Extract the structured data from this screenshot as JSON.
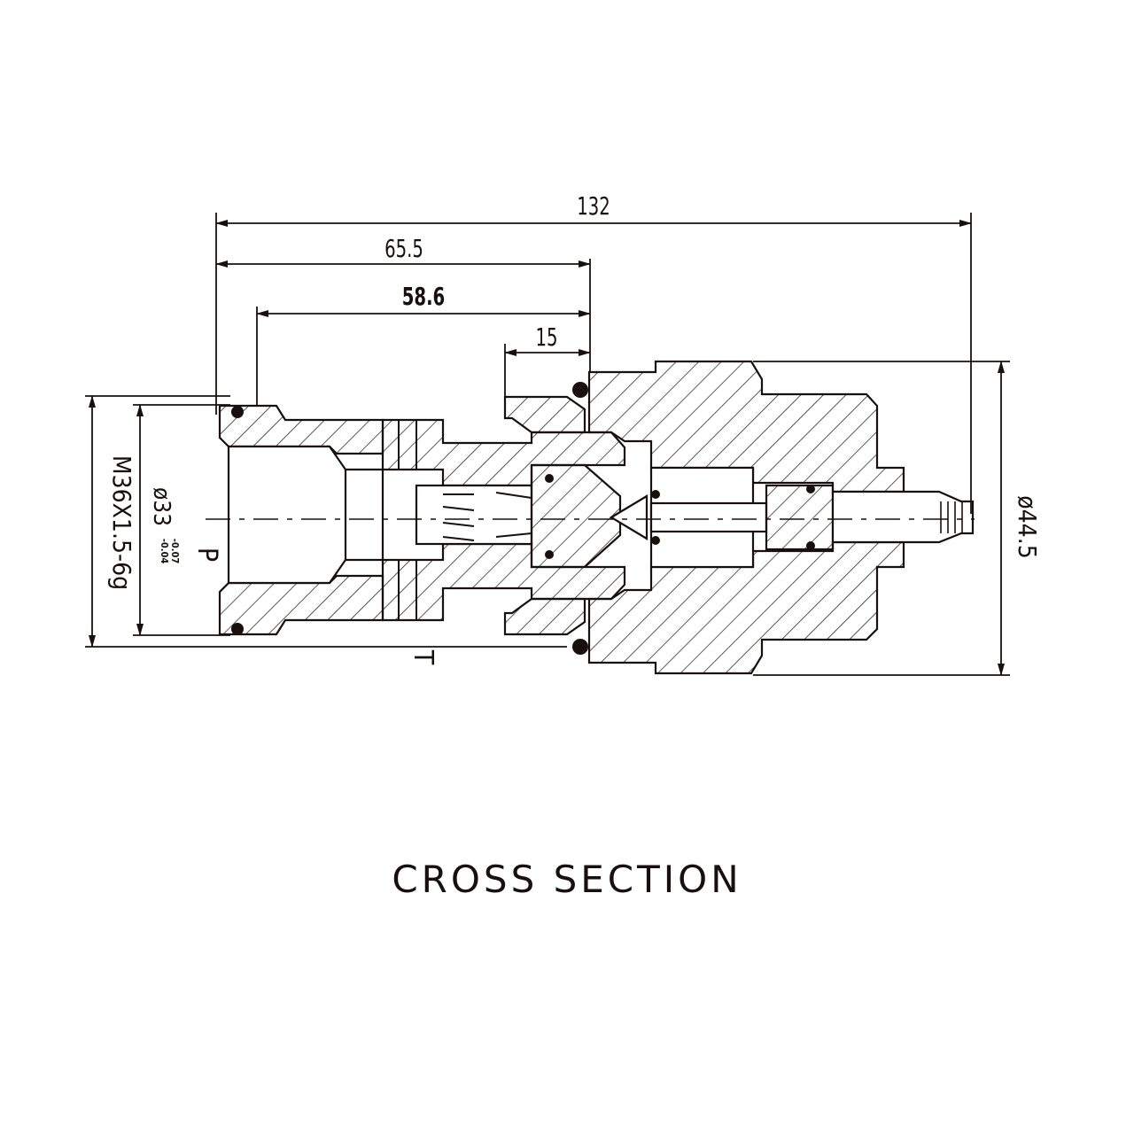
{
  "title": "CROSS SECTION",
  "dimensions": {
    "overall_length": "132",
    "length_a": "65.5",
    "length_b": "58.6",
    "length_c": "15",
    "outer_diameter": "ø44.5",
    "thread": "M36X1.5-6g",
    "pilot_diameter": "ø33",
    "pilot_tol_upper": "-0.04",
    "pilot_tol_lower": "-0.07"
  },
  "ports": {
    "pressure": "P",
    "tank": "T"
  },
  "colors": {
    "line": "#1a0f0f",
    "background": "#ffffff"
  }
}
